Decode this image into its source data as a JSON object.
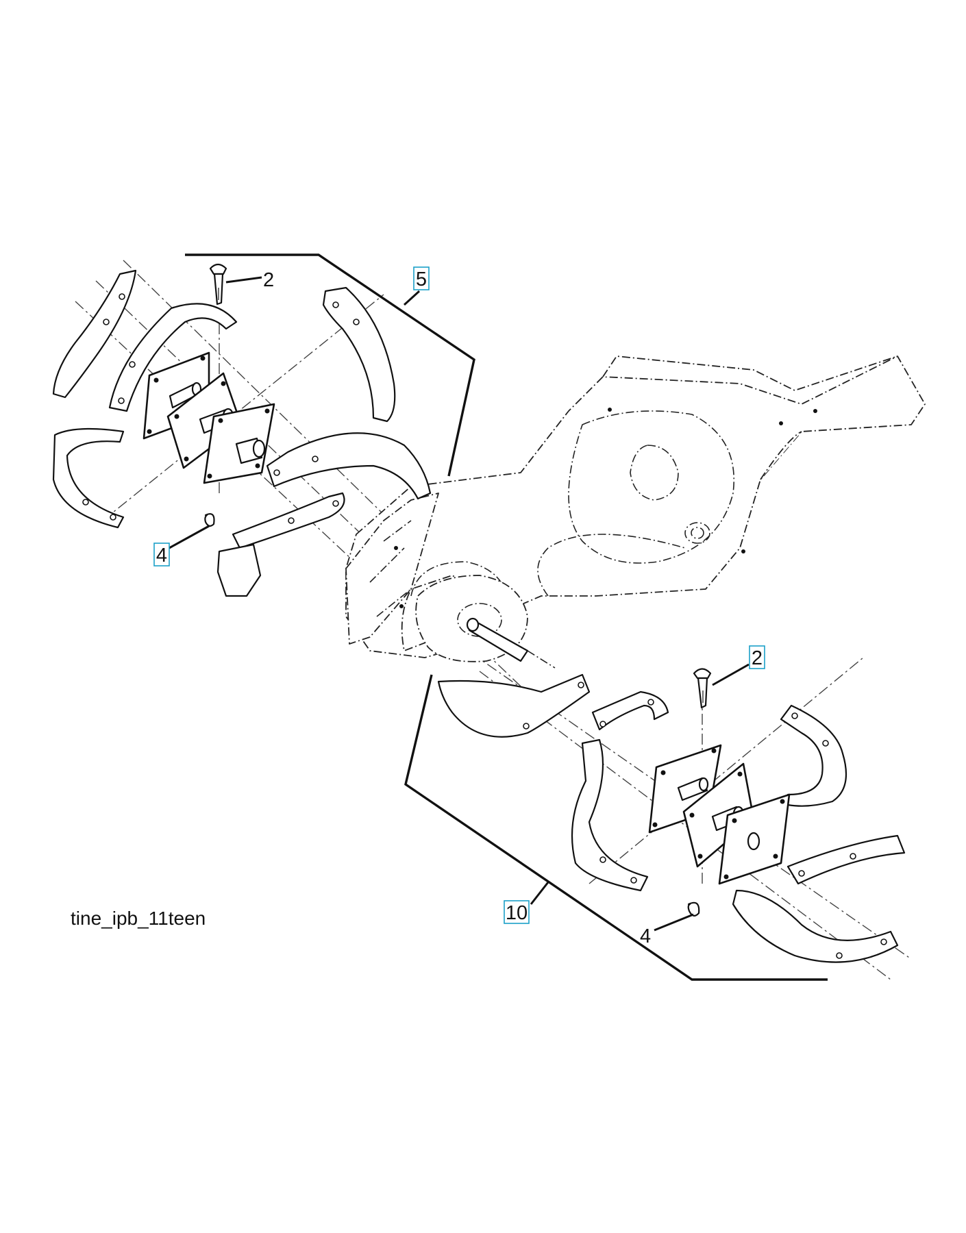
{
  "caption": "tine_ipb_11teen",
  "callouts": {
    "upper_assembly": "5",
    "upper_pin": "2",
    "upper_clip": "4",
    "lower_assembly": "10",
    "lower_pin": "2",
    "lower_clip": "4"
  },
  "colors": {
    "callout_box": "#1aa0c8",
    "line": "#111111",
    "background": "#ffffff"
  }
}
